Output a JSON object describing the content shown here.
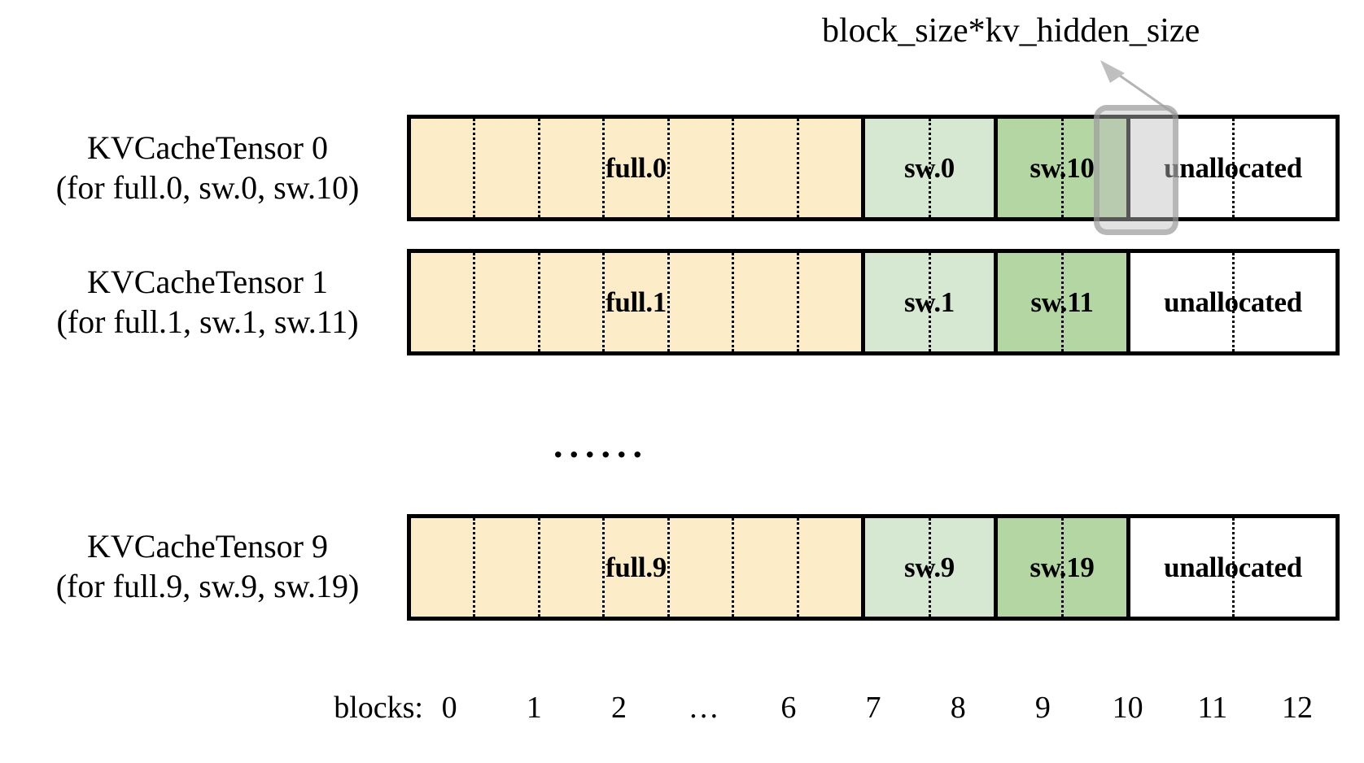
{
  "callout": {
    "label": "block_size*kv_hidden_size",
    "arrow_icon": "arrow-up-left-icon"
  },
  "rows": [
    {
      "label_line1": "KVCacheTensor 0",
      "label_line2": "(for full.0, sw.0, sw.10)",
      "segments": [
        {
          "name": "full-segment",
          "text": "full.0",
          "blocks": 7,
          "color": "#fcedc8",
          "style": "c-full"
        },
        {
          "name": "sw-light-segment",
          "text": "sw.0",
          "blocks": 2,
          "color": "#d6e8d1",
          "style": "c-sw-l"
        },
        {
          "name": "sw-dark-segment",
          "text": "sw.10",
          "blocks": 2,
          "color": "#b3d6a3",
          "style": "c-sw-d"
        },
        {
          "name": "unallocated-segment",
          "text": "unallocated",
          "blocks": 2,
          "color": "#ffffff",
          "style": "c-none"
        }
      ]
    },
    {
      "label_line1": "KVCacheTensor 1",
      "label_line2": "(for full.1, sw.1, sw.11)",
      "segments": [
        {
          "name": "full-segment",
          "text": "full.1",
          "blocks": 7,
          "color": "#fcedc8",
          "style": "c-full"
        },
        {
          "name": "sw-light-segment",
          "text": "sw.1",
          "blocks": 2,
          "color": "#d6e8d1",
          "style": "c-sw-l"
        },
        {
          "name": "sw-dark-segment",
          "text": "sw.11",
          "blocks": 2,
          "color": "#b3d6a3",
          "style": "c-sw-d"
        },
        {
          "name": "unallocated-segment",
          "text": "unallocated",
          "blocks": 2,
          "color": "#ffffff",
          "style": "c-none"
        }
      ]
    },
    {
      "label_line1": "KVCacheTensor 9",
      "label_line2": "(for full.9, sw.9, sw.19)",
      "segments": [
        {
          "name": "full-segment",
          "text": "full.9",
          "blocks": 7,
          "color": "#fcedc8",
          "style": "c-full"
        },
        {
          "name": "sw-light-segment",
          "text": "sw.9",
          "blocks": 2,
          "color": "#d6e8d1",
          "style": "c-sw-l"
        },
        {
          "name": "sw-dark-segment",
          "text": "sw.19",
          "blocks": 2,
          "color": "#b3d6a3",
          "style": "c-sw-d"
        },
        {
          "name": "unallocated-segment",
          "text": "unallocated",
          "blocks": 2,
          "color": "#ffffff",
          "style": "c-none"
        }
      ]
    }
  ],
  "ellipsis": "......",
  "axis": {
    "title": "blocks:",
    "ticks": [
      "0",
      "1",
      "2",
      "…",
      "6",
      "7",
      "8",
      "9",
      "10",
      "11",
      "12"
    ]
  },
  "colors": {
    "full": "#fcedc8",
    "sw_light": "#d6e8d1",
    "sw_dark": "#b3d6a3",
    "unallocated": "#ffffff",
    "outline": "#000000",
    "highlight_border": "#969696"
  }
}
